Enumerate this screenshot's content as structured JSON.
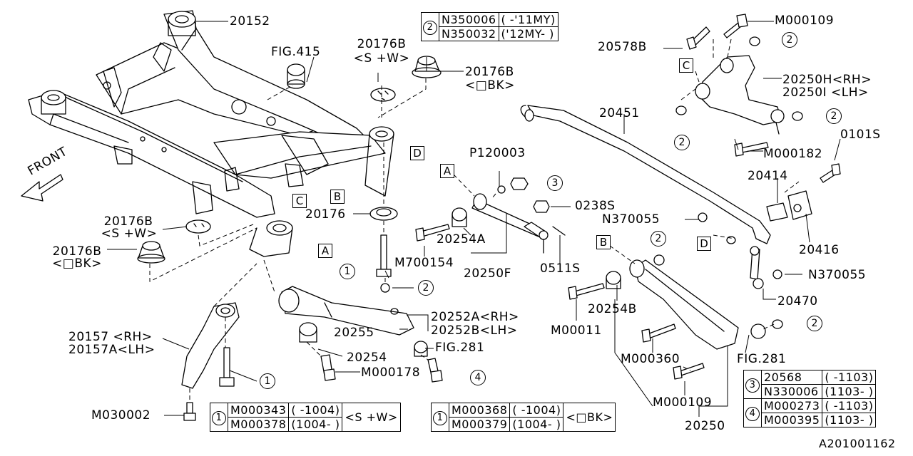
{
  "diagram_code": "A201001162",
  "labels": {
    "p20152": "20152",
    "fig415": "FIG.415",
    "p20176b_top": "20176B",
    "sw_top": "<S +W>",
    "p20176b_bk_top": "20176B",
    "obk_top": "<□BK>",
    "p20578b": "20578B",
    "m000109_top": "M000109",
    "p20250h": "20250H<RH>",
    "p20250i": "20250I <LH>",
    "p20451": "20451",
    "p0101s": "0101S",
    "m000182": "M000182",
    "p20414": "20414",
    "n370055_a": "N370055",
    "p20416": "20416",
    "n370055_b": "N370055",
    "p20470": "20470",
    "p120003": "P120003",
    "p0238s": "0238S",
    "p20176": "20176",
    "p20254a": "20254A",
    "m700154": "M700154",
    "p20250f": "20250F",
    "p0511s": "0511S",
    "p20176b_left": "20176B",
    "sw_left": "<S +W>",
    "p20176b_bk_left": "20176B",
    "obk_left": "<□BK>",
    "p20252a": "20252A<RH>",
    "p20252b": "20252B<LH>",
    "p20255": "20255",
    "p20254": "20254",
    "fig281_left": "FIG.281",
    "m000178": "M000178",
    "p20157": "20157 <RH>",
    "p20157a": "20157A<LH>",
    "m030002": "M030002",
    "p20254b": "20254B",
    "m00011": "M00011",
    "m000360": "M000360",
    "m000109_bot": "M000109",
    "p20250": "20250",
    "fig281_right": "FIG.281",
    "front": "FRONT"
  },
  "callouts": {
    "A": "A",
    "B": "B",
    "C": "C",
    "D": "D",
    "one": "1",
    "two": "2",
    "three": "3",
    "four": "4"
  },
  "table2": {
    "num": "2",
    "rows": [
      {
        "part": "N350006",
        "range": "( -'11MY)"
      },
      {
        "part": "N350032",
        "range": "('12MY- )"
      }
    ]
  },
  "table1a": {
    "num": "1",
    "rows": [
      {
        "part": "M000343",
        "range": "( -1004)"
      },
      {
        "part": "M000378",
        "range": "(1004- )"
      }
    ],
    "note": "<S +W>"
  },
  "table1b": {
    "num": "1",
    "rows": [
      {
        "part": "M000368",
        "range": "( -1004)"
      },
      {
        "part": "M000379",
        "range": "(1004- )"
      }
    ],
    "note": "<□BK>"
  },
  "table34": {
    "num3": "3",
    "num4": "4",
    "rows": [
      {
        "part": "20568",
        "range": "( -1103)"
      },
      {
        "part": "N330006",
        "range": "(1103- )"
      },
      {
        "part": "M000273",
        "range": "( -1103)"
      },
      {
        "part": "M000395",
        "range": "(1103- )"
      }
    ]
  }
}
